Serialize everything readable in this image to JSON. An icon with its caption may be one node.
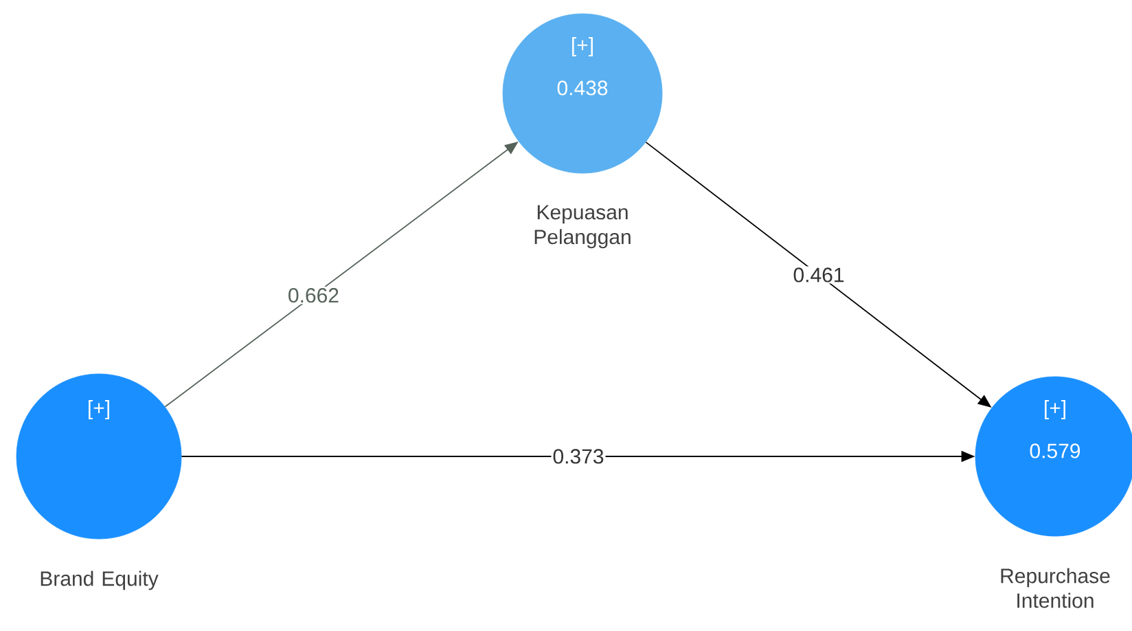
{
  "diagram": {
    "nodes": [
      {
        "text": [
          "[+]",
          "0.438"
        ],
        "beside": [
          "Kepuasan Pelanggan"
        ]
      },
      {
        "text": [
          "[+]"
        ],
        "beside": [
          "Brand Equity"
        ]
      },
      {
        "text": [
          "[+]",
          "0.579"
        ],
        "beside": [
          "Repurchase Intention"
        ]
      }
    ],
    "edges": [
      {
        "from": 1,
        "to": 0,
        "arrow": "to",
        "label": "0.662",
        "color": "#55635a"
      },
      {
        "from": 0,
        "to": 2,
        "arrow": "to",
        "label": "0.461"
      },
      {
        "from": 1,
        "to": 2,
        "arrow": "to",
        "label": "0.373"
      }
    ]
  }
}
